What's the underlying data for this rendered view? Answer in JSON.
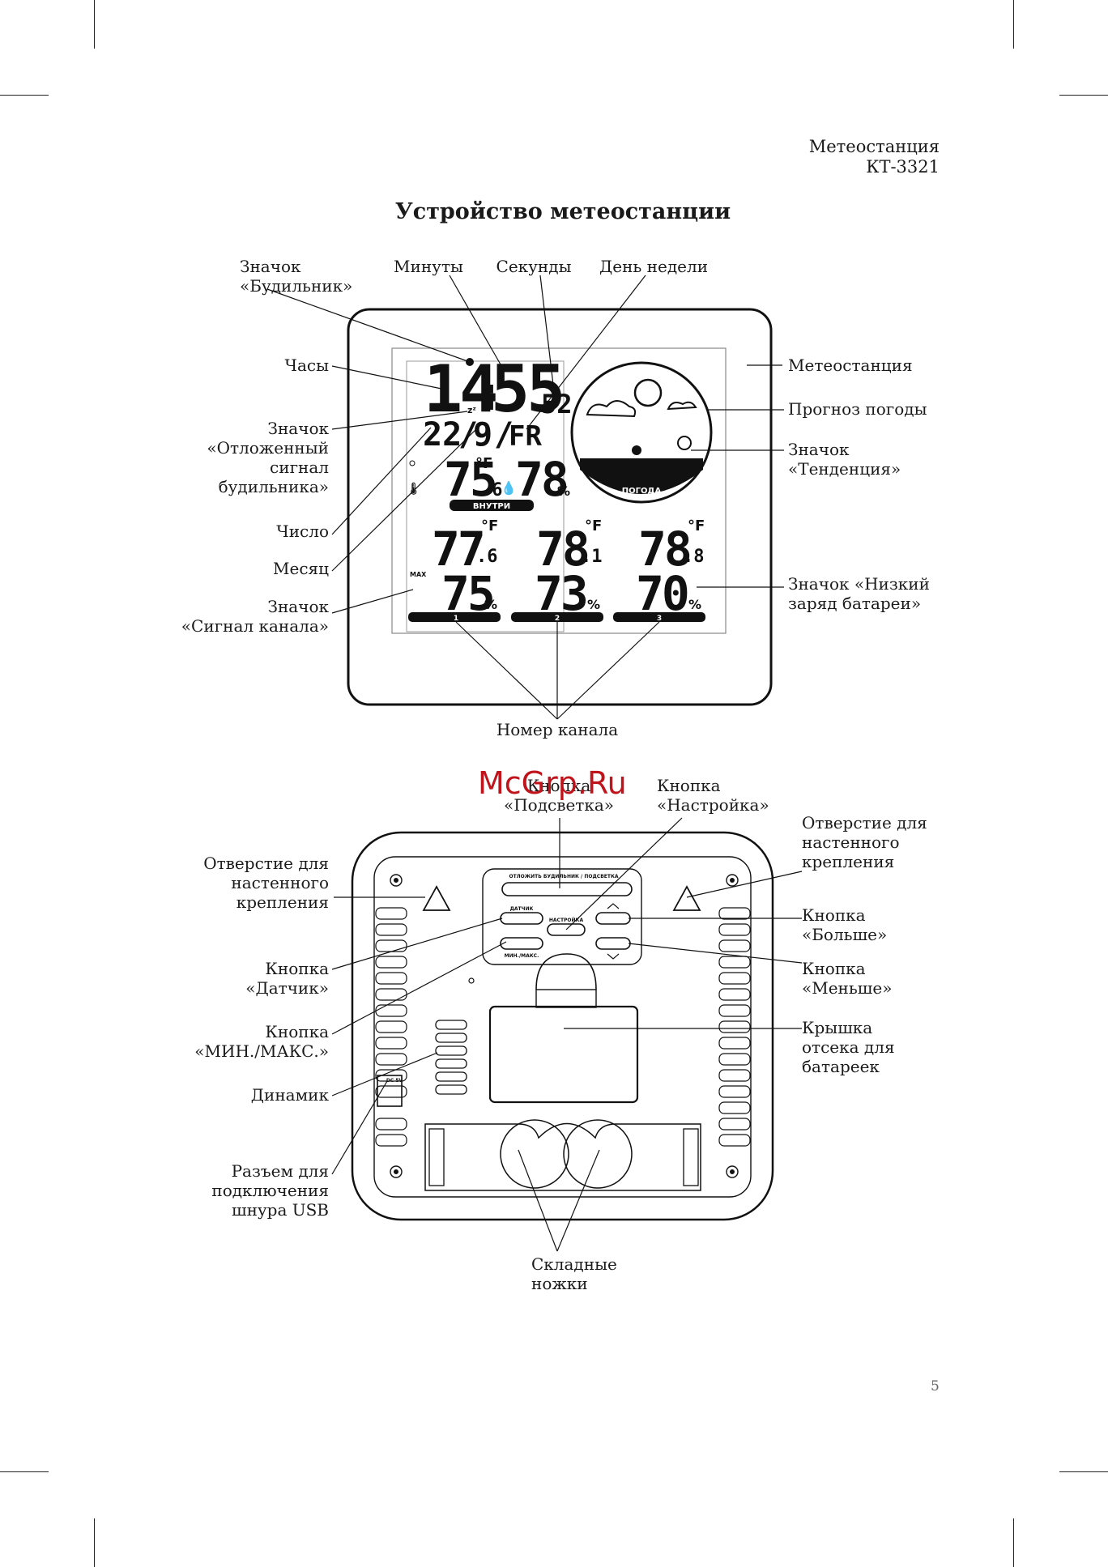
{
  "header": {
    "title": "Метеостанция",
    "model": "КТ-3321"
  },
  "section_title": "Устройство метеостанции",
  "front": {
    "labels": {
      "alarm_icon": "Значок\n«Будильник»",
      "minutes": "Минуты",
      "seconds": "Секунды",
      "weekday": "День недели",
      "hours": "Часы",
      "snooze_icon": "Значок\n«Отложенный\nсигнал\nбудильника»",
      "date": "Число",
      "month": "Месяц",
      "signal_icon": "Значок\n«Сигнал канала»",
      "station": "Метеостанция",
      "forecast": "Прогноз погоды",
      "trend_icon": "Значок\n«Тенденция»",
      "low_battery": "Значок «Низкий\nзаряд батареи»",
      "channel_number": "Номер канала"
    },
    "display": {
      "hours": "14",
      "minutes": "55",
      "seconds": "52",
      "day": "22",
      "month": "9",
      "weekday": "FR",
      "indoor_temp": "75",
      "indoor_temp_dec": ".6",
      "indoor_hum": "78",
      "indoor_label": "ВНУТРИ",
      "weather_label": "ПОГОДА",
      "unit_f": "°F",
      "unit_pct": "%",
      "max_label": "MAX",
      "channels": [
        {
          "num": "1",
          "temp": "77",
          "temp_dec": ".6",
          "hum": "75"
        },
        {
          "num": "2",
          "temp": "78",
          "temp_dec": ".1",
          "hum": "73"
        },
        {
          "num": "3",
          "temp": "78",
          "temp_dec": ".8",
          "hum": "70"
        }
      ]
    }
  },
  "back": {
    "labels": {
      "backlight": "Кнопка\n«Подсветка»",
      "setup": "Кнопка\n«Настройка»",
      "wall_hole_left": "Отверстие для\nнастенного\nкрепления",
      "wall_hole_right": "Отверстие для\nнастенного\nкрепления",
      "sensor": "Кнопка\n«Датчик»",
      "minmax": "Кнопка\n«МИН./МАКС.»",
      "speaker": "Динамик",
      "usb": "Разъем для\nподключения\nшнура USB",
      "up": "Кнопка\n«Больше»",
      "down": "Кнопка\n«Меньше»",
      "battery_cover": "Крышка\nотсека для\nбатареек",
      "legs": "Складные\nножки"
    },
    "device_text": {
      "top_button": "ОТЛОЖИТЬ БУДИЛЬНИК / ПОДСВЕТКА",
      "sensor_btn": "ДАТЧИК",
      "setup_btn": "НАСТРОЙКА",
      "minmax_btn": "МИН./МАКС.",
      "usb_port": "DC 5V"
    }
  },
  "watermark": "McGrp.Ru",
  "page_number": "5"
}
